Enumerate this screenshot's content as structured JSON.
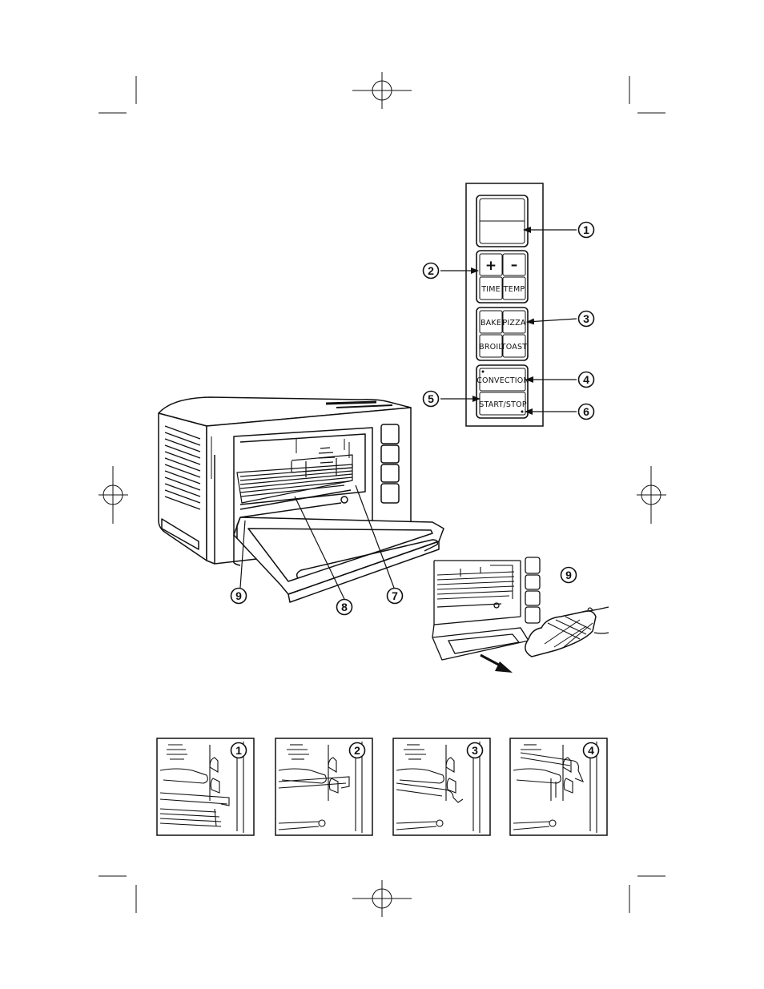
{
  "control_panel": {
    "buttons": {
      "plus": "+",
      "minus": "–",
      "time": "TIME",
      "temp": "TEMP",
      "bake": "BAKE",
      "pizza": "PIZZA",
      "broil": "BROIL",
      "toast": "TOAST",
      "convection": "CONVECTION",
      "start_stop": "START/STOP"
    }
  },
  "callouts": {
    "display": "1",
    "time_temp_buttons": "2",
    "function_buttons": "3",
    "convection_button": "4",
    "start_stop_button": "5",
    "indicator_light": "6",
    "rack_position": "7",
    "wire_rack": "8",
    "crumb_tray": "9",
    "crumb_tray_removal": "9"
  },
  "steps": [
    "1",
    "2",
    "3",
    "4"
  ],
  "colors": {
    "line": "#111111",
    "background": "#ffffff"
  }
}
